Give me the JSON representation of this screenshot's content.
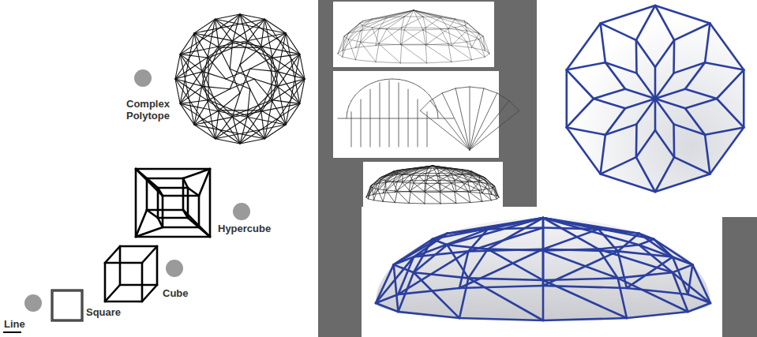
{
  "diagram": {
    "labels": [
      "Complex Polytope",
      "Hypercube",
      "Cube",
      "Square",
      "Line"
    ]
  }
}
